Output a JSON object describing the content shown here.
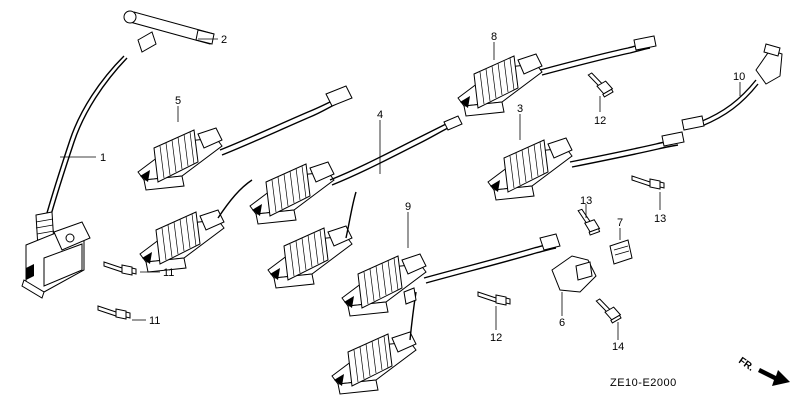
{
  "diagram": {
    "part_callouts": [
      "1",
      "2",
      "3",
      "4",
      "5",
      "6",
      "7",
      "8",
      "9",
      "10",
      "11",
      "11",
      "12",
      "12",
      "13",
      "13",
      "14"
    ],
    "diagram_code": "ZE10-E2000",
    "direction_label": "FR."
  }
}
